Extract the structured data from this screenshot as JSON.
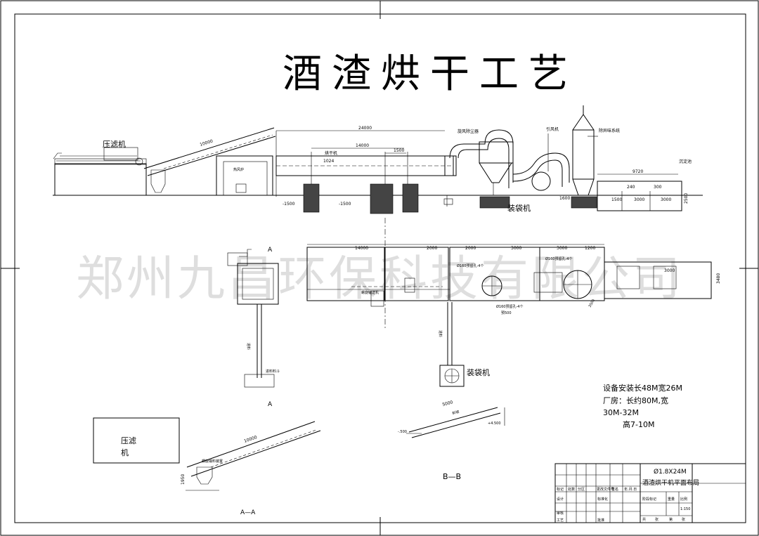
{
  "title": "酒渣烘干工艺",
  "watermark": "郑州九昌环保科技有限公司",
  "elevation_labels": {
    "filter_press": "压滤机",
    "bagging": "装袋机",
    "cyclone": "旋风除尘器",
    "fan": "引风机",
    "scrubber": "除异味系统",
    "settling": "沉淀池",
    "dryer": "烘干机",
    "furnace": "热风炉"
  },
  "elevation_dims": {
    "conveyor_len": "10000",
    "total_len": "24000",
    "dryer_len": "14000",
    "dryer_sub": "1500",
    "dryer_in": "1024",
    "depth_a": "-1500",
    "depth_b": "-1500",
    "pit_depth": "1600",
    "pool_len": "9720",
    "pool_a": "240",
    "pool_b": "300",
    "pool_c": "1500",
    "pool_d": "3000",
    "pool_e": "3000",
    "pool_h": "2500"
  },
  "plan_dims": {
    "d1": "14000",
    "d2": "2000",
    "d3": "2000",
    "d4": "3000",
    "d5": "3000",
    "d6": "1200",
    "d7": "3000",
    "width": "3480",
    "hole1": "Ø160预留孔-4个",
    "hole2": "Ø160预留孔-4个",
    "hole3": "Ø160预留孔-4个",
    "hole_dim": "预500",
    "diag": "3500"
  },
  "plan_labels": {
    "section_a": "A",
    "section_a2": "A",
    "feed": "进料",
    "feed2": "进料",
    "bagging": "装袋机",
    "hopper": "进料料斗",
    "pump": "螺旋输送机"
  },
  "notes": {
    "line1": "设备安装长48M宽26M",
    "line2": "厂房：长约80M,宽",
    "line3": "30M-32M",
    "line4": "高7-10M"
  },
  "section_aa": {
    "label": "A—A",
    "filter_line1": "压滤",
    "filter_line2": "机",
    "len": "10000",
    "height": "1950",
    "hopper": "螺旋输料装置"
  },
  "section_bb": {
    "label": "B—B",
    "len": "5000",
    "sub": "斜坡",
    "top": "+4.500",
    "bottom": "-.500"
  },
  "titleblock": {
    "spec": "Ø1.8X24M",
    "name": "酒渣烘干机平面布局",
    "h1": "标记",
    "h2": "处数",
    "h3": "分区",
    "h4": "更改文件号",
    "h5": "签名",
    "h6": "年.月.日",
    "r1": "设计",
    "r2": "标准化",
    "r3": "阶段标记",
    "r4": "重量",
    "r5": "比例",
    "scale": "1:150",
    "r6": "审核",
    "r7": "工艺",
    "r8": "批准",
    "r9": "共",
    "r10": "张",
    "r11": "第",
    "r12": "张"
  }
}
